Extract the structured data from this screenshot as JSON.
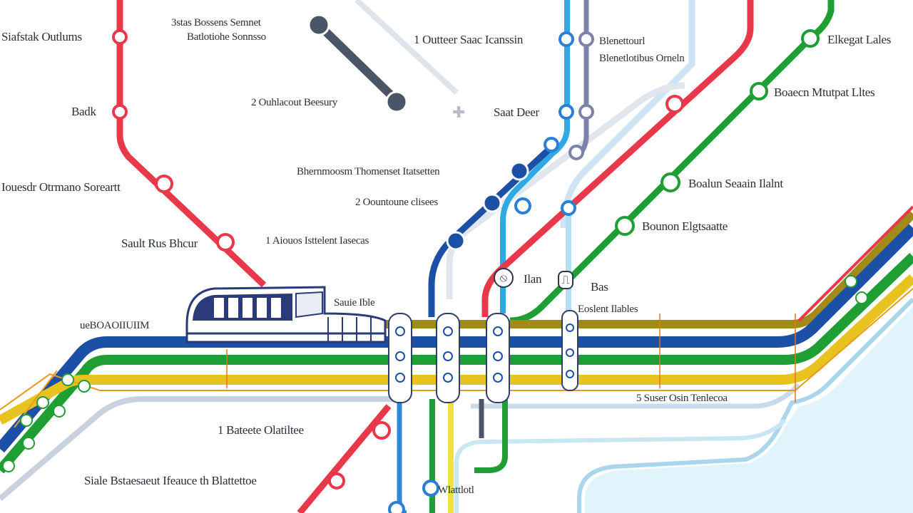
{
  "colors": {
    "red": "#e8384a",
    "green": "#1e9e33",
    "blue": "#2060b8",
    "light_blue": "#2ea9e6",
    "navy": "#1c4fa6",
    "slate": "#4a5568",
    "grey": "#c4ccd6",
    "yellow": "#e8c320",
    "olive": "#a08a18",
    "water": "#e2f4fb",
    "water_edge": "#a9d6ec"
  },
  "labels": {
    "l1": "Siafstak Outlums",
    "l2": "3stas Bossens Semnet",
    "l2b": "Batlotiohe Sonnsso",
    "l3": "Badk",
    "l4": "2 Ouhlacout Beesury",
    "l5": "1 Outteer Saac Icanssin",
    "l6": "Blenettourl",
    "l6b": "Blenetlotibus Orneln",
    "l7": "Elkegat Lales",
    "l8": "Boaecn Mtutpat Lltes",
    "l9": "Saat Deer",
    "l10": "Bhernmoosm Thomenset Itatsetten",
    "l11": "Iouesdr Otrmano Soreartt",
    "l12": "2 Oountoune clisees",
    "l13": "Boalun Seaain Ilalnt",
    "l14": "Bounon Elgtsaatte",
    "l15": "Sault Rus Bhcur",
    "l16": "1 Aiouos Isttelent Iasecas",
    "l17": "Ilan",
    "l18": "Bas",
    "l19": "Sauie Ible",
    "l20": "ueBOAOIIUIIM",
    "l21": "Eoslent Ilables",
    "l22": "5 Suser Osin Tenlecoa",
    "l23": "1 Bateete Olatiltee",
    "l24": "Siale Bstaesaeut Ifeauce th Blattettoe",
    "l25": "Wlattlotl"
  },
  "icons": {
    "i1": "slash-circle-icon",
    "i2": "exit-door-icon",
    "i3": "tram-icon",
    "i4": "plus-icon"
  }
}
